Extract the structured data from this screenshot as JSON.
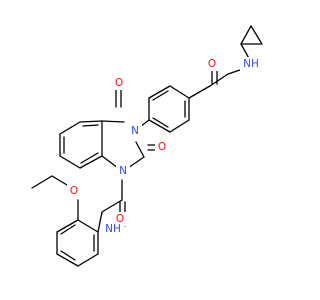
{
  "diagram": {
    "type": "chemical-structure",
    "colors": {
      "bond": "#000000",
      "oxygen": "#ff0d0d",
      "nitrogen": "#3050f8",
      "background": "#ffffff"
    },
    "atom_labels": {
      "o_amide_top": "O",
      "nh_top": "NH",
      "o_c4": "O",
      "n3": "N",
      "o_c2": "O",
      "n1": "N",
      "o_amide_bottom": "O",
      "o_ether": "O",
      "nh_bottom": "NH"
    }
  }
}
